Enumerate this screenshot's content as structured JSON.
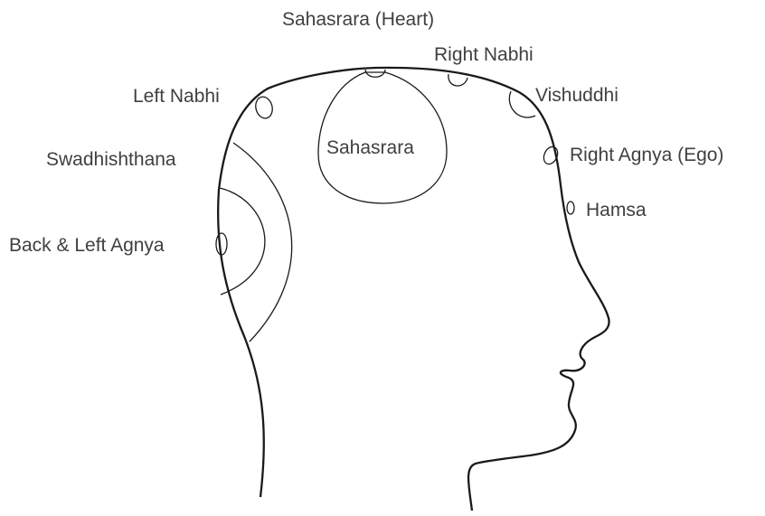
{
  "labels": {
    "sahasrara_heart": "Sahasrara (Heart)",
    "right_nabhi": "Right Nabhi",
    "left_nabhi": "Left Nabhi",
    "vishuddhi": "Vishuddhi",
    "sahasrara": "Sahasrara",
    "swadhishthana": "Swadhishthana",
    "right_agnya_ego": "Right Agnya (Ego)",
    "hamsa": "Hamsa",
    "back_left_agnya": "Back & Left Agnya"
  },
  "colors": {
    "line": "#1a1a1a",
    "text": "#404040",
    "background": "#ffffff"
  }
}
